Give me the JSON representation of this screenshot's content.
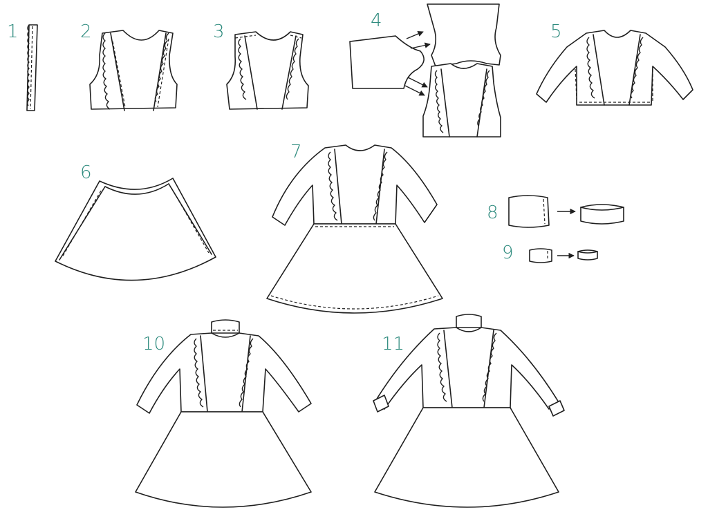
{
  "steps": {
    "s1": "1",
    "s2": "2",
    "s3": "3",
    "s4": "4",
    "s5": "5",
    "s6": "6",
    "s7": "7",
    "s8": "8",
    "s9": "9",
    "s10": "10",
    "s11": "11"
  },
  "colors": {
    "step_number": "#2e8b7e",
    "line": "#1f1f1f",
    "background": "#ffffff"
  },
  "icons": {
    "arrow": "arrow-right-icon"
  }
}
